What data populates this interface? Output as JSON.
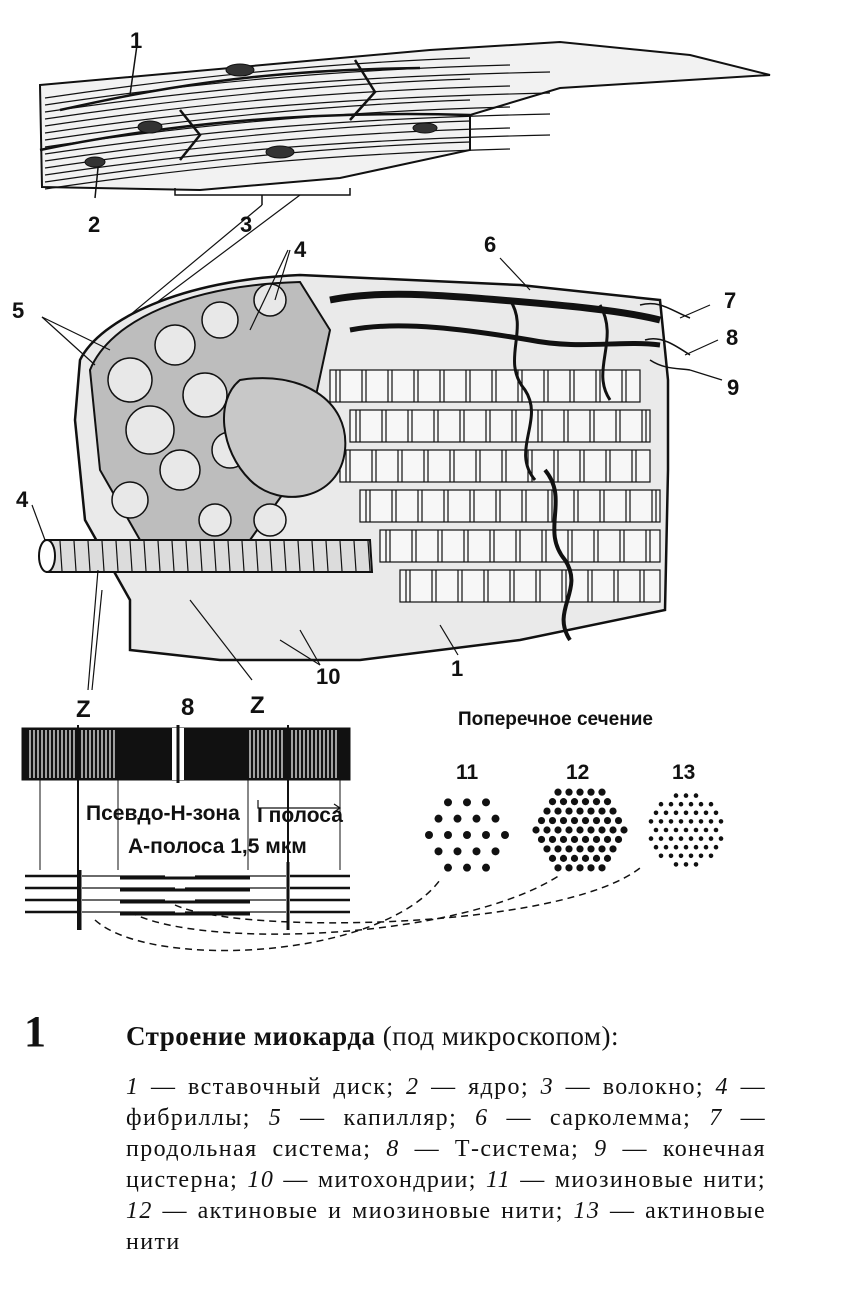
{
  "figure": {
    "labels": {
      "l1_top": "1",
      "l2": "2",
      "l3": "3",
      "l4_top": "4",
      "l5": "5",
      "l6": "6",
      "l7": "7",
      "l8_right": "8",
      "l9": "9",
      "l4_left": "4",
      "l10": "10",
      "l1_bottom": "1",
      "z_left": "Z",
      "l8_bottom": "8",
      "z_right": "Z"
    },
    "sarcomere": {
      "pseudo_h": "Псевдо-Н-зона",
      "i_band": "I полоса",
      "a_band": "А-полоса 1,5 мкм"
    },
    "cross_section": {
      "title": "Поперечное сечение",
      "n11": "11",
      "n12": "12",
      "n13": "13"
    }
  },
  "caption": {
    "number": "1",
    "title_bold": "Строение миокарда",
    "title_rest": " (под микроскопом):",
    "legend": [
      {
        "num": "1",
        "text": " — вставочный диск; "
      },
      {
        "num": "2",
        "text": " — ядро; "
      },
      {
        "num": "3",
        "text": " — волокно; "
      },
      {
        "num": "4",
        "text": " — фибриллы; "
      },
      {
        "num": "5",
        "text": " — капилляр; "
      },
      {
        "num": "6",
        "text": " — сарколемма; "
      },
      {
        "num": "7",
        "text": " — продольная система; "
      },
      {
        "num": "8",
        "text": " — Т-система; "
      },
      {
        "num": "9",
        "text": " — конечная цистерна; "
      },
      {
        "num": "10",
        "text": " — митохондрии; "
      },
      {
        "num": "11",
        "text": " — миозиновые нити; "
      },
      {
        "num": "12",
        "text": " — актиновые и миозиновые нити; "
      },
      {
        "num": "13",
        "text": " — актиновые нити"
      }
    ]
  }
}
